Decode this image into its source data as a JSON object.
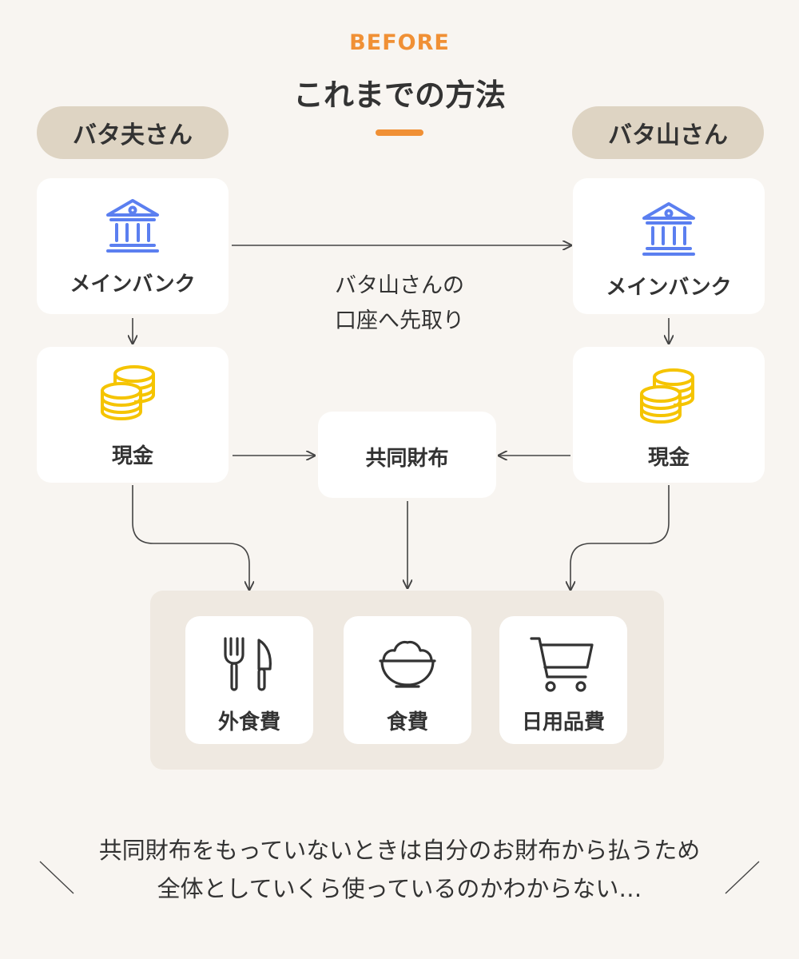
{
  "header": {
    "eyebrow": "BEFORE",
    "title": "これまでの方法"
  },
  "people": {
    "left": "バタ夫さん",
    "right": "バタ山さん"
  },
  "nodes": {
    "left_bank": "メインバンク",
    "right_bank": "メインバンク",
    "left_cash": "現金",
    "right_cash": "現金",
    "shared_wallet": "共同財布"
  },
  "transfer_note": {
    "line1": "バタ山さんの",
    "line2": "口座へ先取り"
  },
  "expenses": {
    "dining_out": "外食費",
    "food": "食費",
    "daily_goods": "日用品費"
  },
  "footer": {
    "line1": "共同財布をもっていないときは自分のお財布から払うため",
    "line2": "全体としていくら使っているのかわからない…"
  },
  "colors": {
    "accent": "#f09035",
    "bank_icon": "#5b7ff0",
    "coin_icon": "#f5c400",
    "pill": "#ded4c3",
    "background": "#f8f5f1"
  },
  "icons": {
    "bank": "bank-icon",
    "coins": "coins-icon",
    "dining": "fork-knife-icon",
    "food": "rice-bowl-icon",
    "daily": "shopping-cart-icon"
  }
}
